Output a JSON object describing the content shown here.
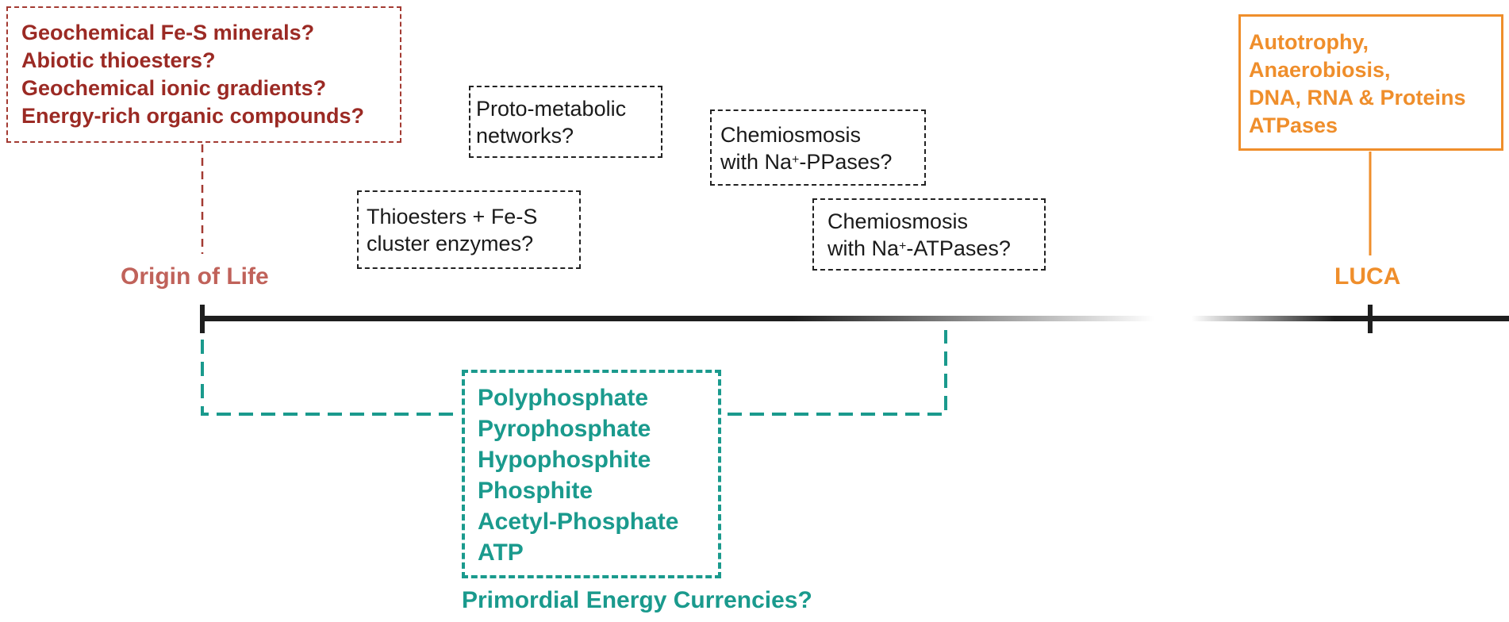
{
  "geochemical": {
    "lines": [
      "Geochemical Fe-S minerals?",
      "Abiotic thioesters?",
      "Geochemical ionic gradients?",
      "Energy-rich organic compounds?"
    ],
    "color": "#9b2a24"
  },
  "luca_box": {
    "lines": [
      "Autotrophy,",
      "Anaerobiosis,",
      "DNA, RNA & Proteins",
      "ATPases"
    ],
    "color": "#ef8e2b"
  },
  "hypotheses": {
    "proto": [
      "Proto-metabolic",
      "networks?"
    ],
    "chemi_pp": {
      "line1": "Chemiosmosis",
      "prefix": "with Na",
      "sup": "+",
      "suffix": "-PPases?"
    },
    "thio": [
      "Thioesters + Fe-S",
      "cluster enzymes?"
    ],
    "chemi_atp": {
      "line1": "Chemiosmosis",
      "prefix": "with Na",
      "sup": "+",
      "suffix": "-ATPases?"
    }
  },
  "timeline": {
    "origin_label": "Origin of Life",
    "luca_label": "LUCA"
  },
  "energy": {
    "items": [
      "Polyphosphate",
      "Pyrophosphate",
      "Hypophosphite",
      "Phosphite",
      "Acetyl-Phosphate",
      "ATP"
    ],
    "label": "Primordial Energy Currencies?",
    "color": "#1a9a8d"
  }
}
